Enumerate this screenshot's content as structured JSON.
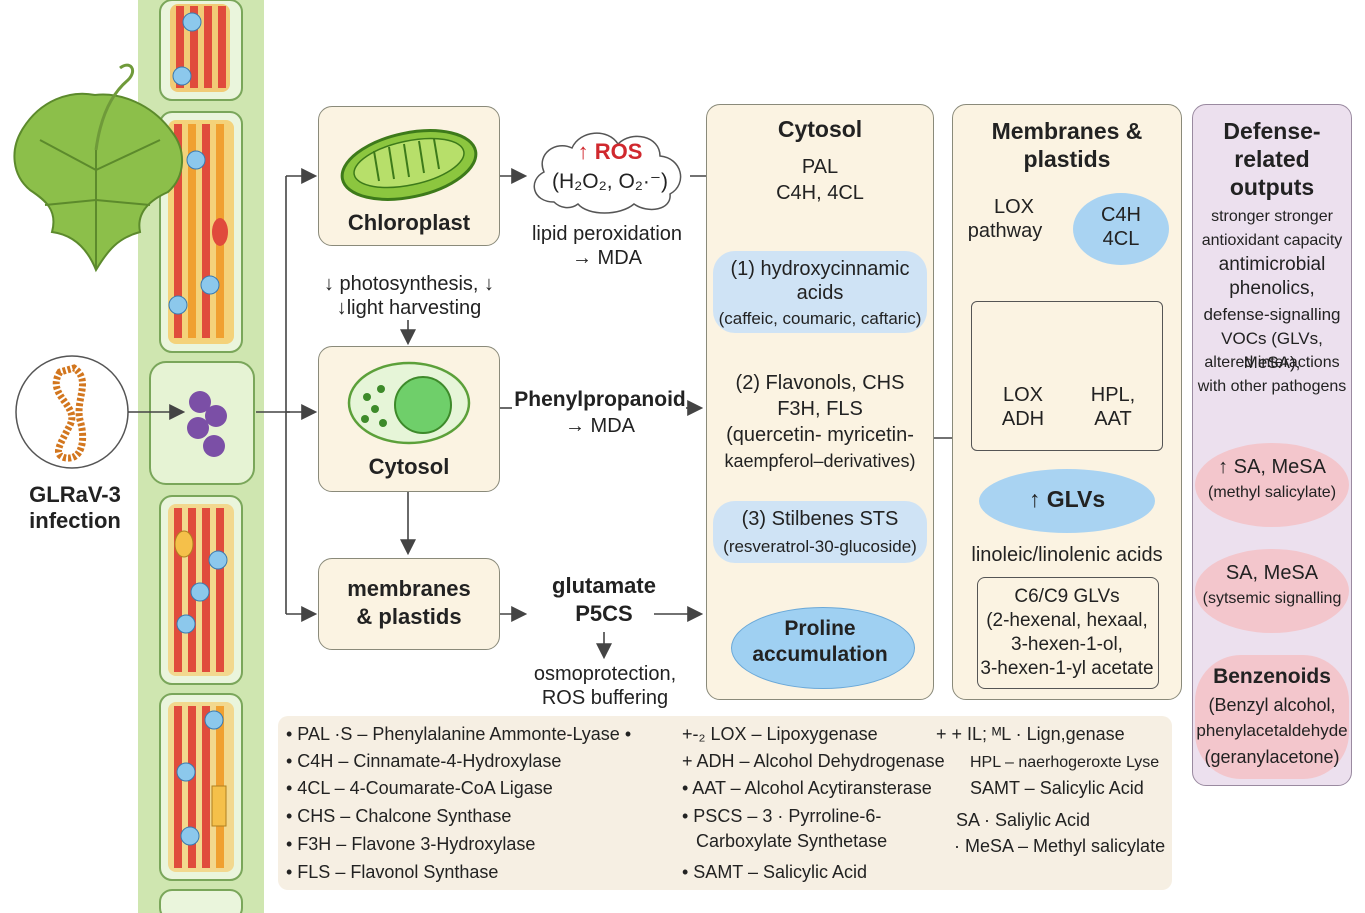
{
  "infection": {
    "line1": "GLRaV-3",
    "line2": "infection"
  },
  "chloroplast": {
    "label": "Chloroplast"
  },
  "ros": {
    "title": "↑ ROS",
    "formula": "(H₂O₂, O₂·⁻)",
    "lipid1": "lipid peroxidation",
    "lipid2": "→ MDA"
  },
  "photosynthesis": {
    "line1": "↓ photosynthesis, ↓",
    "line2": "↓light harvesting"
  },
  "cytosol_left": {
    "label": "Cytosol"
  },
  "phenylpropanoid": {
    "line1": "Phenylpropanoid",
    "line2": "→ MDA"
  },
  "membranes_left": {
    "line1": "membranes",
    "line2": "& plastids"
  },
  "glutamate": {
    "line1": "glutamate",
    "line2": "P5CS",
    "osmo1": "osmoprotection,",
    "osmo2": "ROS buffering"
  },
  "cytosol_panel": {
    "title": "Cytosol",
    "enzymes1": "PAL",
    "enzymes2": "C4H, 4CL",
    "hca1": "(1) hydroxycinnamic",
    "hca2": "acids",
    "hca3": "(caffeic, coumaric, caftaric)",
    "flav1": "(2) Flavonols, CHS",
    "flav2": "F3H, FLS",
    "flav3": "(quercetin- myricetin-",
    "flav4": "kaempferol–derivatives)",
    "stil1": "(3) Stilbenes  STS",
    "stil2": "(resveratrol-30-glucoside)",
    "proline1": "Proline",
    "proline2": "accumulation"
  },
  "membranes_panel": {
    "title1": "Membranes &",
    "title2": "plastids",
    "lox1": "LOX",
    "lox2": "pathway",
    "c4h1": "C4H",
    "c4h2": "4CL",
    "loxadh1": "LOX",
    "loxadh2": "ADH",
    "hpl1": "HPL,",
    "hpl2": "AAT",
    "glvs": "↑ GLVs",
    "acids": "linoleic/linolenic acids",
    "c6_1": "C6/C9 GLVs",
    "c6_2": "(2-hexenal, hexaal,",
    "c6_3": "3-hexen-1-ol,",
    "c6_4": "3-hexen-1-yl acetate"
  },
  "defense_panel": {
    "title1": "Defense-",
    "title2": "related",
    "title3": "outputs",
    "l1": "stronger stronger",
    "l2": "antioxidant capacity",
    "l3": "antimicrobial",
    "l4": "phenolics,",
    "l5": "defense-signalling",
    "l6": "VOCs (GLVs, MeSA),",
    "l7": "altered interactions",
    "l8": "with other pathogens",
    "sa1": "↑ SA, MeSA",
    "sa2": "(methyl salicylate)",
    "sb1": "SA, MeSA",
    "sb2": "(sytsemic signalling",
    "bz1": "Benzenoids",
    "bz2": "(Benzyl alcohol,",
    "bz3": "phenylacetaldehyde",
    "bz4": "(geranylacetone)"
  },
  "legend": {
    "col1": [
      "• PAL ·S – Phenylalanine Ammonte-Lyase •",
      "• C4H – Cinnamate-4-Hydroxylase",
      "• 4CL – 4-Coumarate-CoA Ligase",
      "• CHS – Chalcone Synthase",
      "• F3H – Flavone 3-Hydroxylase",
      "• FLS – Flavonol Synthase"
    ],
    "col2": [
      "+-₂ LOX – Lipoxygenase",
      "+ ADH – Alcohol Dehydrogenase",
      "• AAT – Alcohol Acytiransterase",
      "• PSCS – 3 · Pyrroline-6-",
      "Carboxylate Synthetase",
      "• SAMT – Salicylic Acid"
    ],
    "col3": [
      "+ + IL; ᴹL · Lign,genase",
      "HPL – naerhogeroxte Lyse",
      "SAMT – Salicylic Acid",
      "SA · Saliylic Acid",
      "· MeSA – Methyl salicylate"
    ]
  },
  "colors": {
    "cream": "#fbf3e2",
    "blue_pill": "#cfe3f5",
    "blue_oval": "#a9d3f2",
    "pink": "#f3c6cc",
    "purple_panel": "#ece0ee",
    "ros_red": "#d0282e",
    "arrow_blue": "#2a86d8",
    "arrow_red": "#d0282e",
    "cell_green": "#dff0c9"
  }
}
